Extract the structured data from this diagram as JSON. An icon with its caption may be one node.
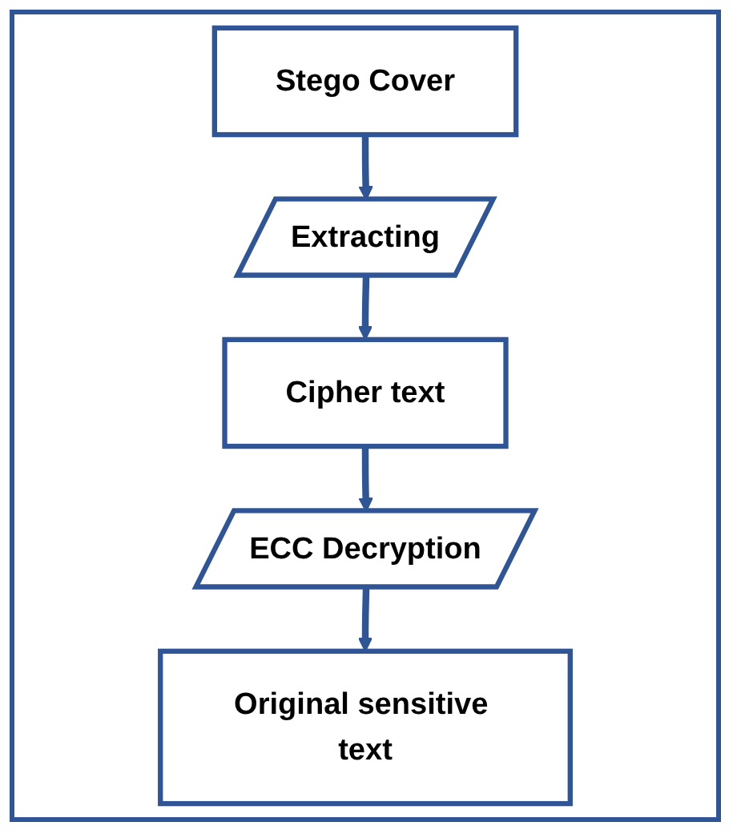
{
  "diagram": {
    "nodes": [
      {
        "text": [
          "Stego Cover"
        ]
      },
      {
        "text": [
          "Extracting"
        ]
      },
      {
        "text": [
          "Cipher text"
        ]
      },
      {
        "text": [
          "ECC Decryption"
        ]
      },
      {
        "text": [
          "Original sensitive text"
        ]
      }
    ],
    "edges": [
      {
        "from": 0,
        "to": 1,
        "arrow": "to"
      },
      {
        "from": 1,
        "to": 2,
        "arrow": "to"
      },
      {
        "from": 2,
        "to": 3,
        "arrow": "to"
      },
      {
        "from": 3,
        "to": 4,
        "arrow": "to"
      }
    ]
  }
}
